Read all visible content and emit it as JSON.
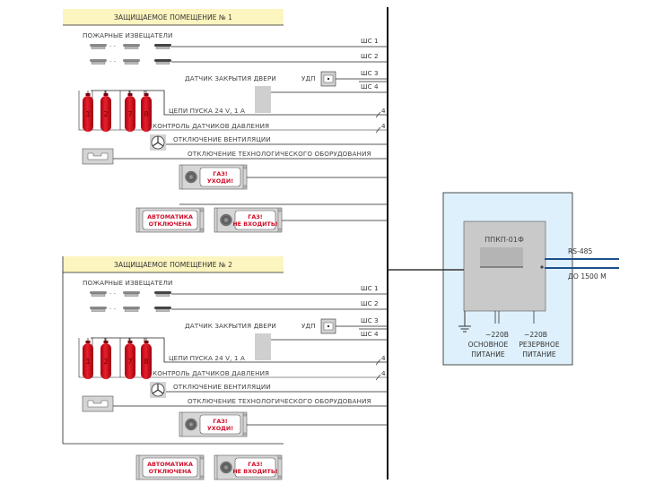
{
  "rooms": [
    {
      "title": "ЗАЩИЩАЕМОЕ ПОМЕЩЕНИЕ № 1",
      "detectors_label": "ПОЖАРНЫЕ ИЗВЕЩАТЕЛИ",
      "loops": [
        "ШС 1",
        "ШС 2",
        "ШС 3",
        "ШС 4"
      ],
      "door_sensor_label": "ДАТЧИК ЗАКРЫТИЯ ДВЕРИ",
      "udp_label": "УДП",
      "cylinders": [
        "1",
        "2",
        "7",
        "8"
      ],
      "start_circuits_label": "ЦЕПИ ПУСКА 24 V, 1 А",
      "pressure_control_label": "КОНТРОЛЬ ДАТЧИКОВ ДАВЛЕНИЯ",
      "wire_count": "4",
      "ventilation_label": "ОТКЛЮЧЕНИЕ ВЕНТИЛЯЦИИ",
      "equipment_label": "ОТКЛЮЧЕНИЕ ТЕХНОЛОГИЧЕСКОГО ОБОРУДОВАНИЯ",
      "sign_inside": [
        "ГАЗ!",
        "УХОДИ!"
      ],
      "sign_auto_off": [
        "АВТОМАТИКА",
        "ОТКЛЮЧЕНА"
      ],
      "sign_outside": [
        "ГАЗ!",
        "НЕ ВХОДИТЬ!"
      ]
    },
    {
      "title": "ЗАЩИЩАЕМОЕ ПОМЕЩЕНИЕ № 2",
      "detectors_label": "ПОЖАРНЫЕ ИЗВЕЩАТЕЛИ",
      "loops": [
        "ШС 1",
        "ШС 2",
        "ШС 3",
        "ШС 4"
      ],
      "door_sensor_label": "ДАТЧИК ЗАКРЫТИЯ ДВЕРИ",
      "udp_label": "УДП",
      "cylinders": [
        "1",
        "2",
        "7",
        "8"
      ],
      "start_circuits_label": "ЦЕПИ ПУСКА 24 V, 1 А",
      "pressure_control_label": "КОНТРОЛЬ ДАТЧИКОВ ДАВЛЕНИЯ",
      "wire_count": "4",
      "ventilation_label": "ОТКЛЮЧЕНИЕ ВЕНТИЛЯЦИИ",
      "equipment_label": "ОТКЛЮЧЕНИЕ ТЕХНОЛОГИЧЕСКОГО ОБОРУДОВАНИЯ",
      "sign_inside": [
        "ГАЗ!",
        "УХОДИ!"
      ],
      "sign_auto_off": [
        "АВТОМАТИКА",
        "ОТКЛЮЧЕНА"
      ],
      "sign_outside": [
        "ГАЗ!",
        "НЕ ВХОДИТЬ!"
      ]
    }
  ],
  "panel": {
    "name": "ППКП-01Ф",
    "interface_label": "RS-485",
    "distance_label": "ДО 1500 М",
    "main_power_voltage": "~220В",
    "reserve_power_voltage": "~220В",
    "main_power_label": [
      "ОСНОВНОЕ",
      "ПИТАНИЕ"
    ],
    "reserve_power_label": [
      "РЕЗЕРВНОЕ",
      "ПИТАНИЕ"
    ]
  },
  "colors": {
    "header_fill": "#fdf5c0",
    "cylinder_red": "#d8141e",
    "panel_area_fill": "#def0fb",
    "panel_box_fill": "#c9c9c9",
    "rs485_line": "#1c4f8c",
    "sign_text": "#d0102a"
  }
}
